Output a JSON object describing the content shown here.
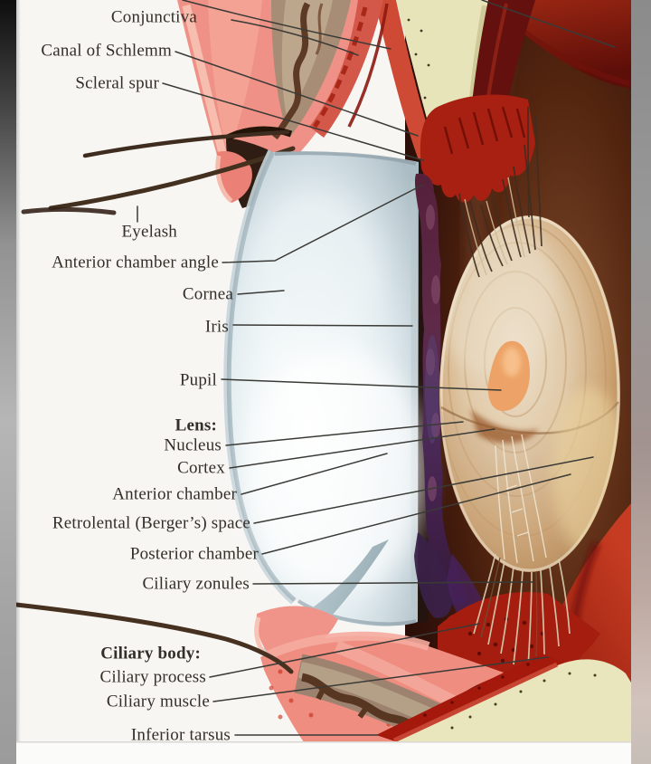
{
  "diagram": {
    "kind": "anatomical-illustration",
    "labels": [
      {
        "id": "conjunctiva",
        "text": "Conjunctiva"
      },
      {
        "id": "canal-of-schlemm",
        "text": "Canal of Schlemm"
      },
      {
        "id": "scleral-spur",
        "text": "Scleral spur"
      },
      {
        "id": "eyelash",
        "text": "Eyelash"
      },
      {
        "id": "anterior-chamber-angle",
        "text": "Anterior chamber angle"
      },
      {
        "id": "cornea",
        "text": "Cornea"
      },
      {
        "id": "iris",
        "text": "Iris"
      },
      {
        "id": "pupil",
        "text": "Pupil"
      },
      {
        "id": "lens-heading",
        "text": "Lens:",
        "bold": true
      },
      {
        "id": "nucleus",
        "text": "Nucleus"
      },
      {
        "id": "cortex",
        "text": "Cortex"
      },
      {
        "id": "anterior-chamber",
        "text": "Anterior chamber"
      },
      {
        "id": "retrolental-space",
        "text": "Retrolental (Berger’s) space"
      },
      {
        "id": "posterior-chamber",
        "text": "Posterior chamber"
      },
      {
        "id": "ciliary-zonules",
        "text": "Ciliary zonules"
      },
      {
        "id": "ciliary-body-heading",
        "text": "Ciliary body:",
        "bold": true
      },
      {
        "id": "ciliary-process",
        "text": "Ciliary process"
      },
      {
        "id": "ciliary-muscle",
        "text": "Ciliary muscle"
      },
      {
        "id": "inferior-tarsus",
        "text": "Inferior tarsus"
      }
    ],
    "colors": {
      "page": "#f7f6f3",
      "text": "#332e27",
      "leader_line": "#3a3a36",
      "cornea": "#e3edf0",
      "iris": "#552a46",
      "lens": "#cda474",
      "sclera_band": "#e8e4ba",
      "ciliary_red": "#a81f12",
      "vitreous": "#35130a",
      "eyelid_pink": "#ee8d80",
      "tarsus_brown": "#5d3a26"
    }
  }
}
